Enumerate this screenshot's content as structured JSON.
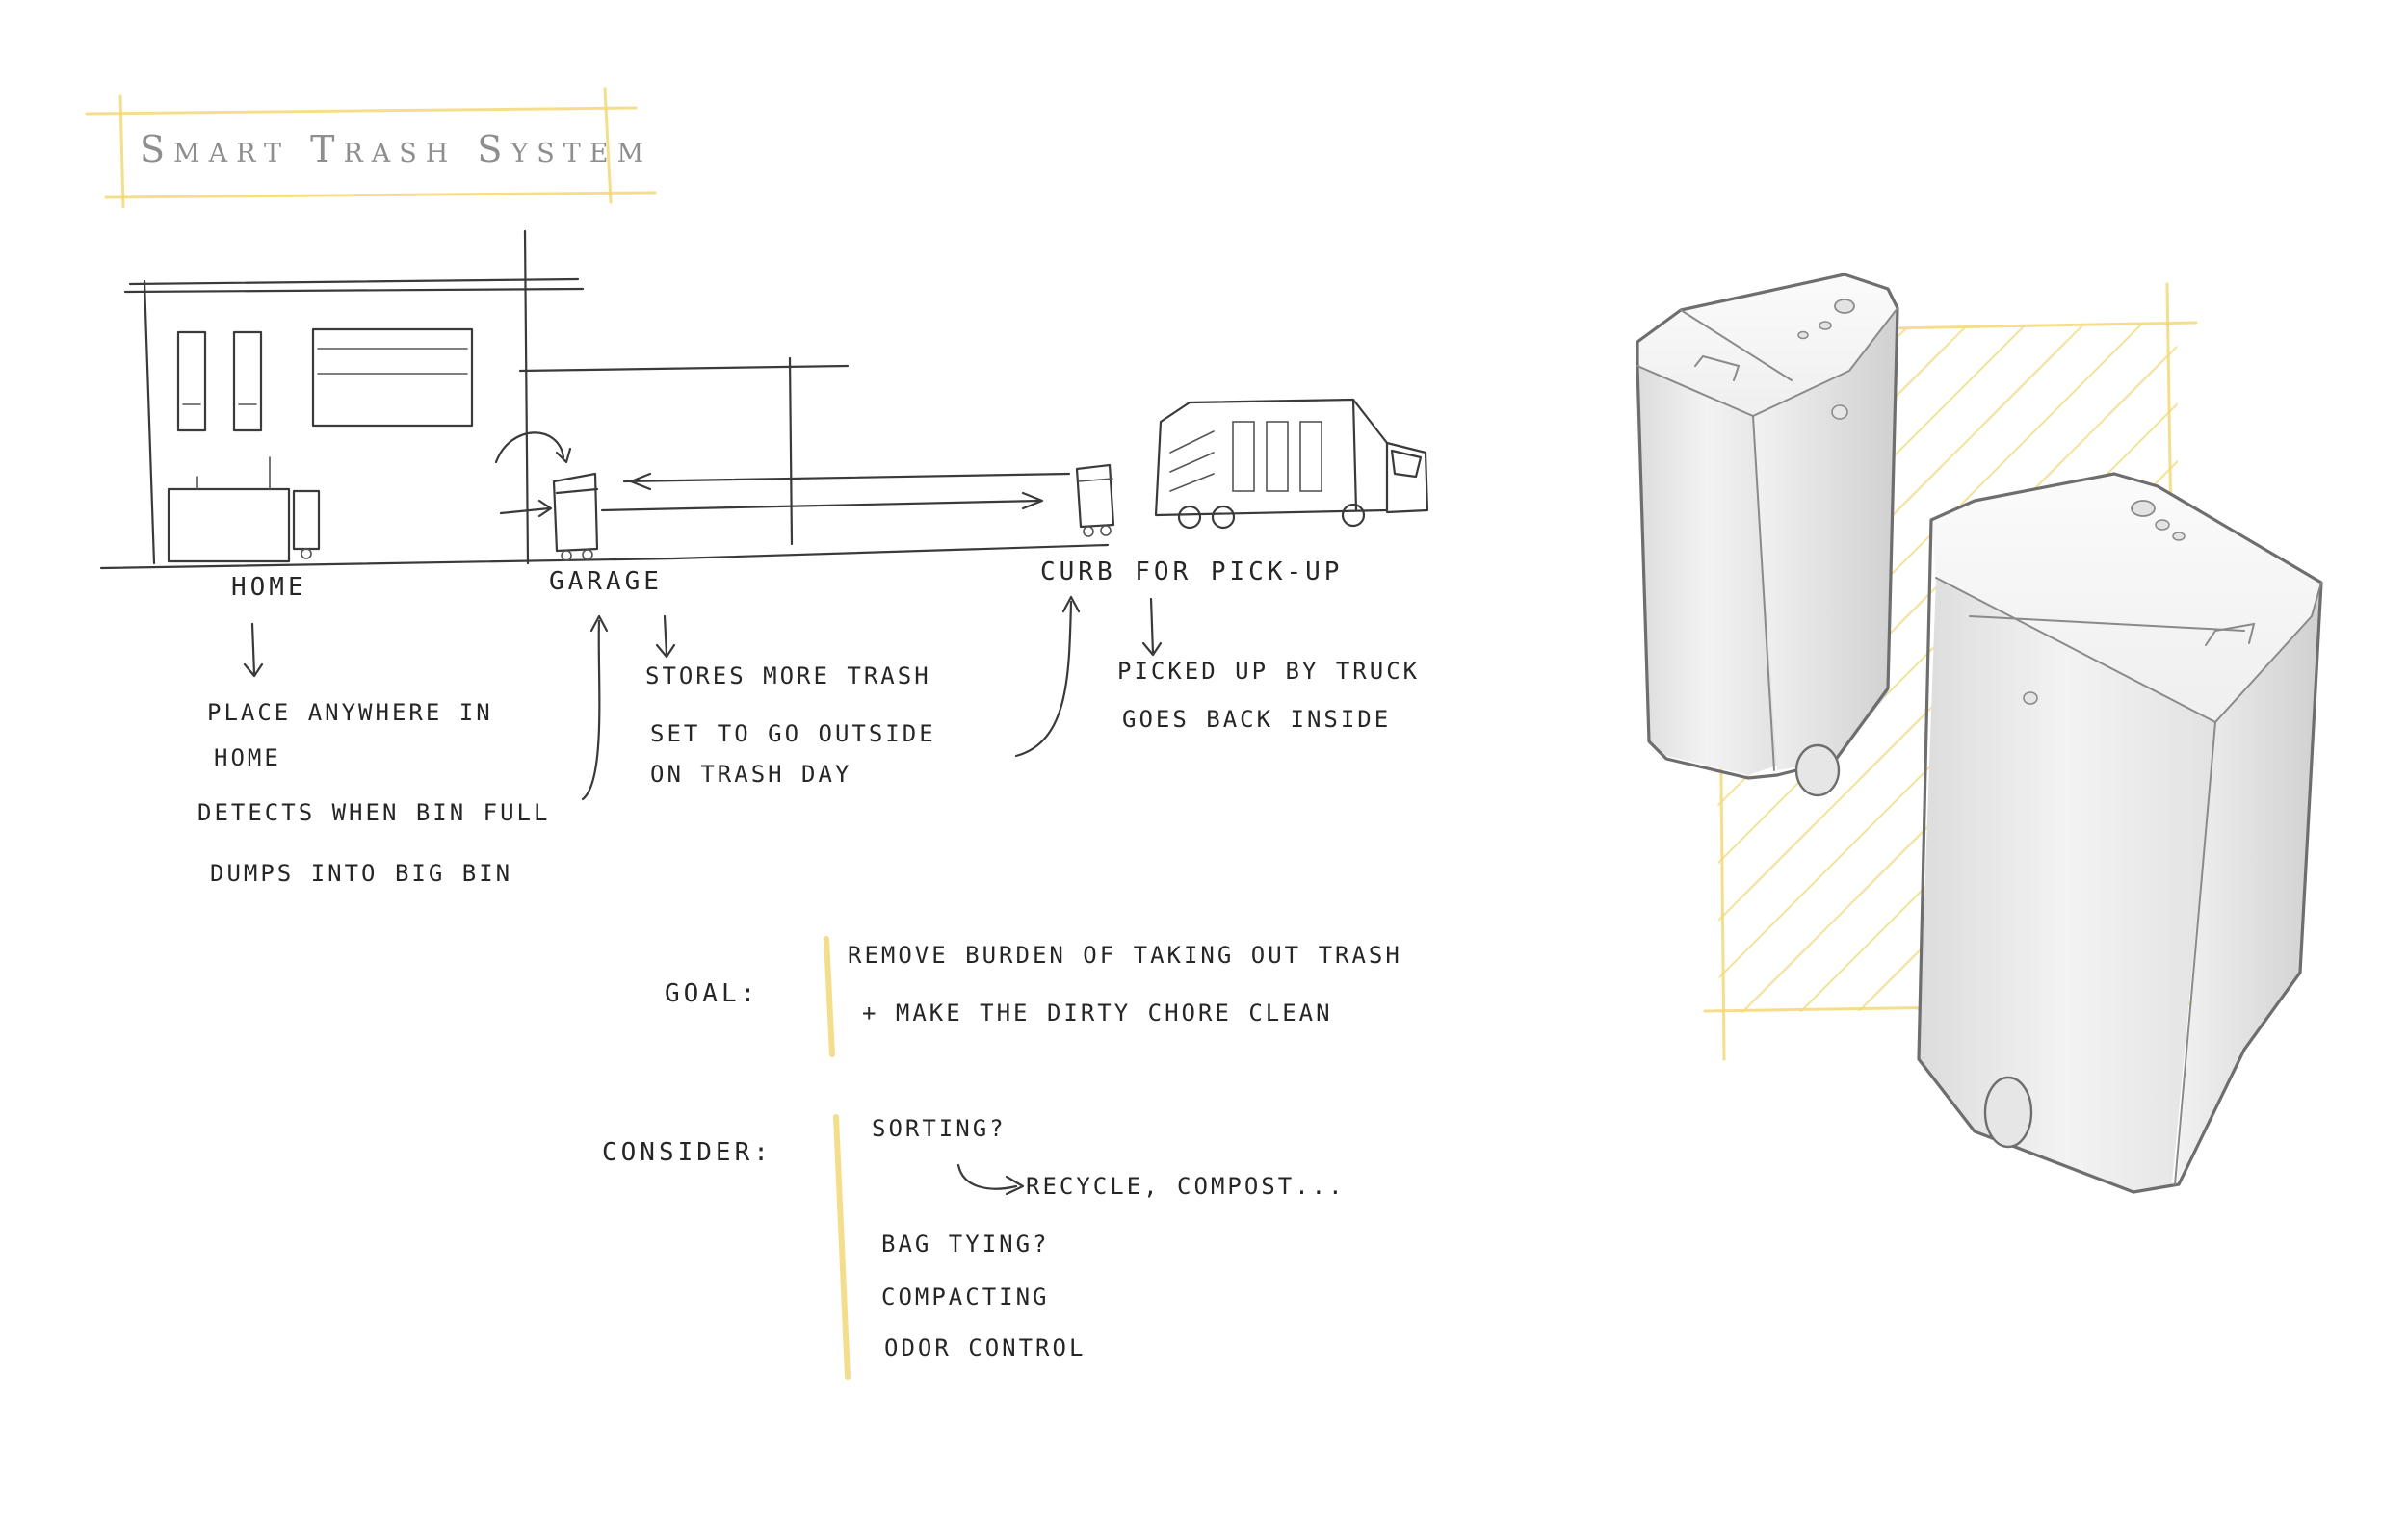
{
  "title": "Smart Trash System",
  "scene": {
    "home_label": "HOME",
    "garage_label": "GARAGE",
    "curb_label": "CURB FOR PICK-UP"
  },
  "home_notes": [
    "PLACE ANYWHERE IN",
    "HOME",
    "DETECTS WHEN BIN FULL",
    "DUMPS INTO BIG BIN"
  ],
  "garage_notes": [
    "STORES MORE TRASH",
    "SET TO GO OUTSIDE",
    "ON TRASH DAY"
  ],
  "curb_notes": [
    "PICKED UP BY TRUCK",
    "GOES BACK INSIDE"
  ],
  "goal": {
    "label": "GOAL:",
    "lines": [
      "REMOVE BURDEN OF TAKING OUT TRASH",
      "+ MAKE THE DIRTY CHORE CLEAN"
    ]
  },
  "consider": {
    "label": "CONSIDER:",
    "lines": [
      "SORTING?",
      "RECYCLE, COMPOST...",
      "BAG TYING?",
      "COMPACTING",
      "ODOR CONTROL"
    ]
  },
  "colors": {
    "highlight": "#f3d877",
    "ink": "#2e2e2e",
    "title_ink": "#8e8e8e"
  }
}
